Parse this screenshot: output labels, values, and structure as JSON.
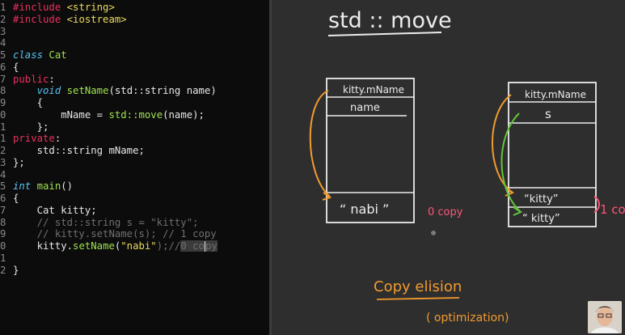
{
  "editor": {
    "lines": [
      {
        "num": "1",
        "segments": [
          {
            "t": "#include ",
            "c": "kw"
          },
          {
            "t": "<string>",
            "c": "str"
          }
        ]
      },
      {
        "num": "2",
        "segments": [
          {
            "t": "#include ",
            "c": "kw"
          },
          {
            "t": "<iostream>",
            "c": "str"
          }
        ]
      },
      {
        "num": "3",
        "segments": []
      },
      {
        "num": "4",
        "segments": []
      },
      {
        "num": "5",
        "segments": [
          {
            "t": "class ",
            "c": "ty"
          },
          {
            "t": "Cat",
            "c": "fn"
          }
        ]
      },
      {
        "num": "6",
        "segments": [
          {
            "t": "{",
            "c": ""
          }
        ]
      },
      {
        "num": "7",
        "segments": [
          {
            "t": "public",
            "c": "kw"
          },
          {
            "t": ":",
            "c": ""
          }
        ]
      },
      {
        "num": "8",
        "segments": [
          {
            "t": "    ",
            "c": ""
          },
          {
            "t": "void ",
            "c": "ty"
          },
          {
            "t": "setName",
            "c": "fn"
          },
          {
            "t": "(std::string name)",
            "c": ""
          }
        ]
      },
      {
        "num": "9",
        "segments": [
          {
            "t": "    {",
            "c": ""
          }
        ]
      },
      {
        "num": "0",
        "segments": [
          {
            "t": "        mName = ",
            "c": ""
          },
          {
            "t": "std::move",
            "c": "fn"
          },
          {
            "t": "(name);",
            "c": ""
          }
        ]
      },
      {
        "num": "1",
        "segments": [
          {
            "t": "    };",
            "c": ""
          }
        ]
      },
      {
        "num": "1",
        "segments": [
          {
            "t": "private",
            "c": "kw"
          },
          {
            "t": ":",
            "c": ""
          }
        ]
      },
      {
        "num": "2",
        "segments": [
          {
            "t": "    std::string mName;",
            "c": ""
          }
        ]
      },
      {
        "num": "3",
        "segments": [
          {
            "t": "};",
            "c": ""
          }
        ]
      },
      {
        "num": "4",
        "segments": []
      },
      {
        "num": "5",
        "segments": [
          {
            "t": "int ",
            "c": "ty"
          },
          {
            "t": "main",
            "c": "fn"
          },
          {
            "t": "()",
            "c": ""
          }
        ]
      },
      {
        "num": "6",
        "segments": [
          {
            "t": "{",
            "c": ""
          }
        ]
      },
      {
        "num": "7",
        "segments": [
          {
            "t": "    Cat kitty;",
            "c": ""
          }
        ]
      },
      {
        "num": "8",
        "segments": [
          {
            "t": "    // std::string s = \"kitty\";",
            "c": "cm"
          }
        ]
      },
      {
        "num": "9",
        "segments": [
          {
            "t": "    // kitty.setName(s); // 1 copy",
            "c": "cm"
          }
        ]
      },
      {
        "num": "0",
        "segments": [
          {
            "t": "    kitty.",
            "c": ""
          },
          {
            "t": "setName",
            "c": "fn"
          },
          {
            "t": "(",
            "c": ""
          },
          {
            "t": "\"nabi\"",
            "c": "str"
          },
          {
            "t": ");//",
            "c": "cm"
          },
          {
            "t": "0 co",
            "c": "cm sel"
          },
          {
            "t": "|",
            "c": "cursor"
          },
          {
            "t": "py",
            "c": "cm sel"
          }
        ]
      },
      {
        "num": "1",
        "segments": []
      },
      {
        "num": "2",
        "segments": [
          {
            "t": "}",
            "c": ""
          }
        ]
      }
    ]
  },
  "board": {
    "title": "std :: move",
    "left_box": {
      "top_label": "kitty.mName",
      "second_label": "name",
      "bottom_label": "“ nabi ”"
    },
    "left_note": "0 copy",
    "right_box": {
      "top_label": "kitty.mName",
      "second_label": "s",
      "slot1": "“kitty”",
      "slot2": "“ kitty”"
    },
    "right_note": "1 co",
    "footer_title": "Copy elision",
    "footer_sub": "( optimization)"
  },
  "colors": {
    "orange": "#f29b2f",
    "green": "#63c43a",
    "chalk": "#ececec",
    "pink": "#ff5577"
  }
}
